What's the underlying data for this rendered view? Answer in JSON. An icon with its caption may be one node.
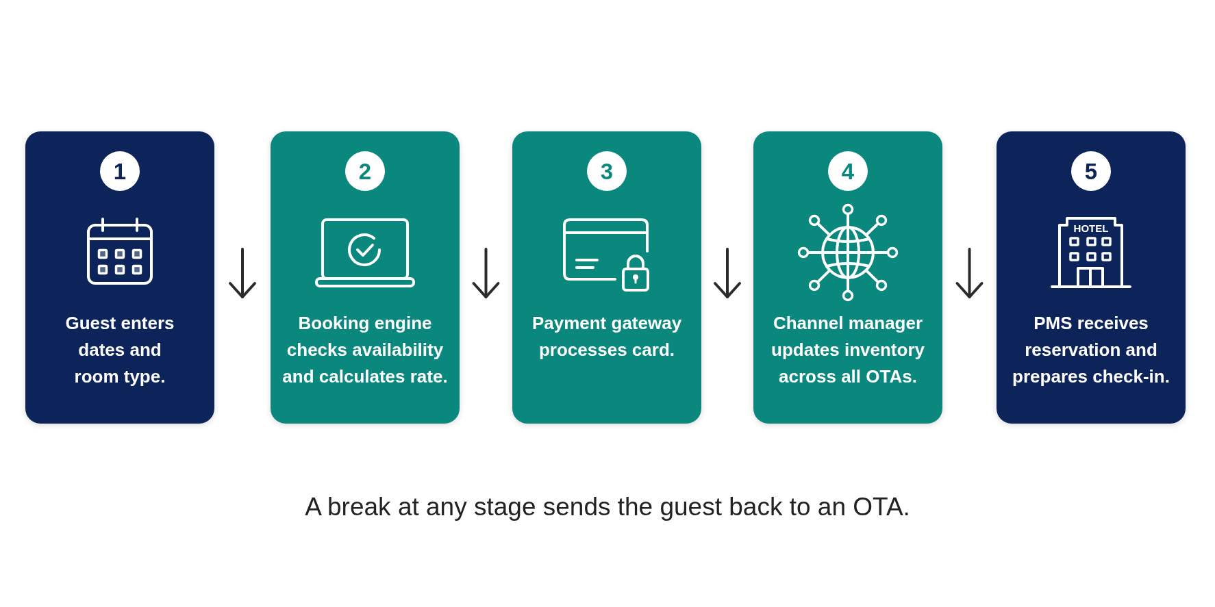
{
  "diagram": {
    "nodes": [
      {
        "text": [
          "Guest enters dates and room type."
        ]
      },
      {
        "text": [
          "1"
        ],
        "in": 0
      },
      {
        "text": [
          "Booking engine checks availability and calculates rate."
        ]
      },
      {
        "text": [
          "2"
        ],
        "in": 2
      },
      {
        "text": [
          "Payment gateway processes card."
        ]
      },
      {
        "text": [
          "3"
        ],
        "in": 4
      },
      {
        "text": [
          "Channel manager updates inventory across all OTAs."
        ]
      },
      {
        "text": [
          "4"
        ],
        "in": 6
      },
      {
        "text": [
          "PMS receives reservation and prepares check-in."
        ]
      },
      {
        "text": [
          "5"
        ],
        "in": 8
      }
    ],
    "labels": [
      "HOTEL"
    ],
    "caption": "A break at any stage sends the guest back to an OTA."
  }
}
